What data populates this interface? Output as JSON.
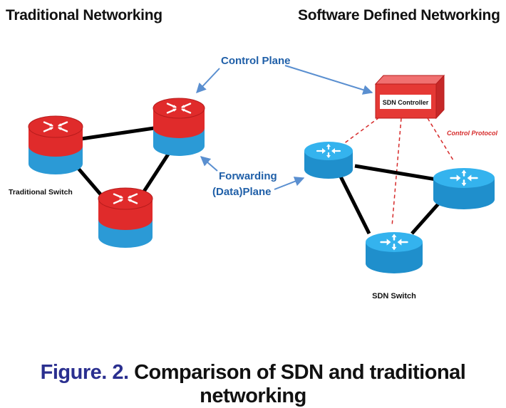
{
  "titles": {
    "traditional": "Traditional Networking",
    "sdn": "Software Defined Networking"
  },
  "labels": {
    "control_plane": "Control Plane",
    "forwarding_line1": "Forwarding",
    "forwarding_line2": "(Data)Plane",
    "traditional_switch": "Traditional Switch",
    "sdn_controller": "SDN Controller",
    "control_protocol": "Control Protocol",
    "sdn_switch": "SDN Switch"
  },
  "caption": {
    "figure": "Figure. 2.",
    "text": "Comparison of SDN and traditional networking"
  },
  "colors": {
    "control_red": "#e02b2b",
    "forward_blue": "#2b9ad6",
    "sdn_blue": "#27a7e6",
    "label_blue": "#1f5fa8",
    "arrow_blue": "#5a8fd0",
    "dash_red": "#d62a2a",
    "caption_blue": "#2a2f8f"
  }
}
